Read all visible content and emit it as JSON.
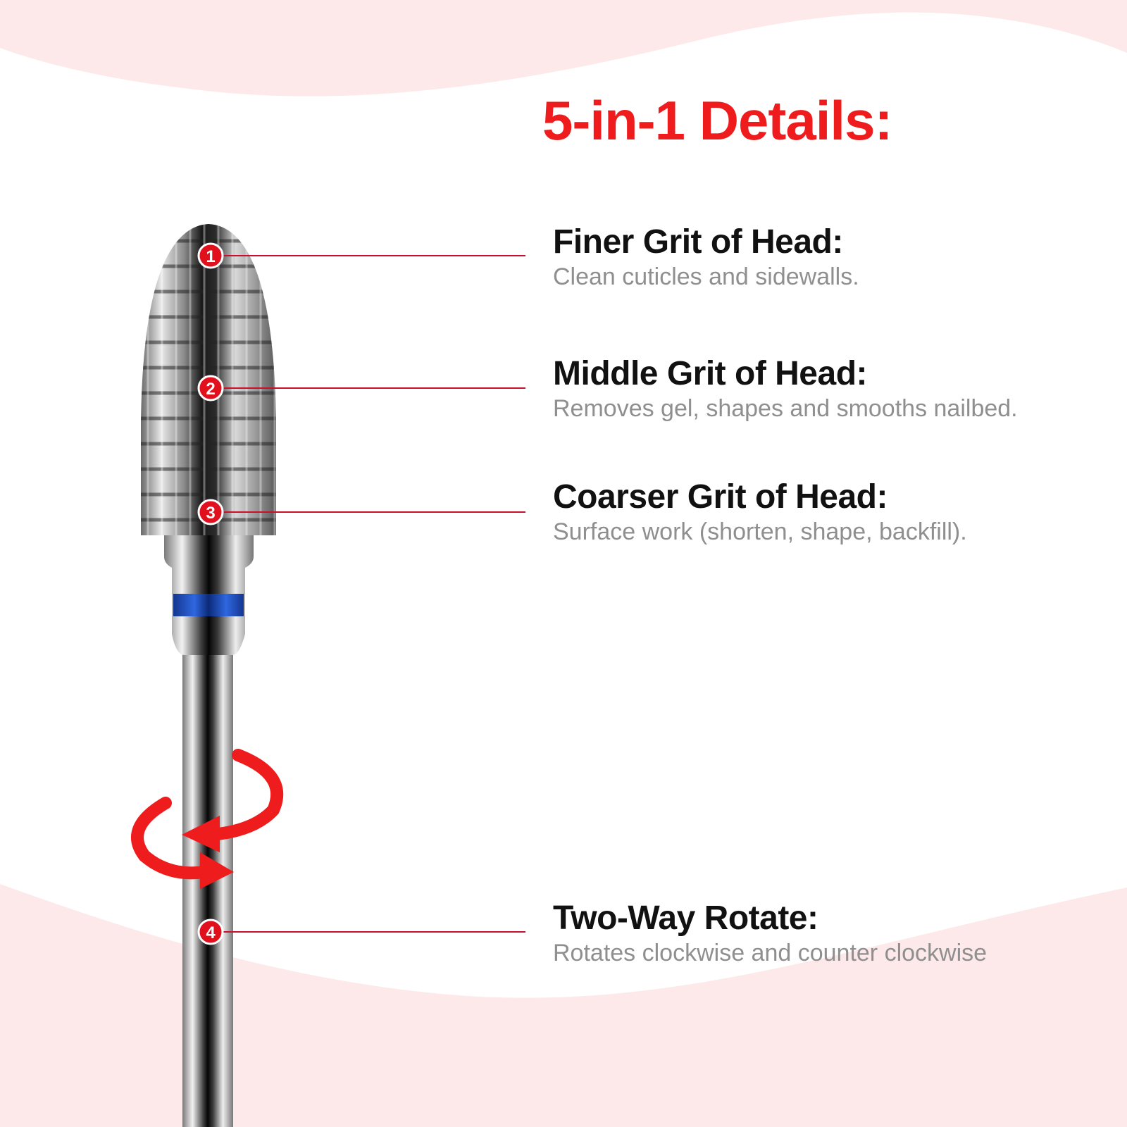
{
  "title": "5-in-1 Details:",
  "features": [
    {
      "number": "1",
      "heading": "Finer Grit of Head:",
      "description": "Clean cuticles and sidewalls."
    },
    {
      "number": "2",
      "heading": "Middle Grit of Head:",
      "description": "Removes gel, shapes and smooths nailbed."
    },
    {
      "number": "3",
      "heading": "Coarser Grit of Head:",
      "description": "Surface work (shorten, shape, backfill)."
    },
    {
      "number": "4",
      "heading": "Two-Way Rotate:",
      "description": "Rotates clockwise and counter clockwise"
    }
  ],
  "colors": {
    "accent": "#ee1c1c",
    "background_wave": "#fde9e9",
    "band": "#1f4fc9",
    "leader_line": "#c8102e"
  },
  "icons": [
    "rotation-arrows-icon"
  ]
}
